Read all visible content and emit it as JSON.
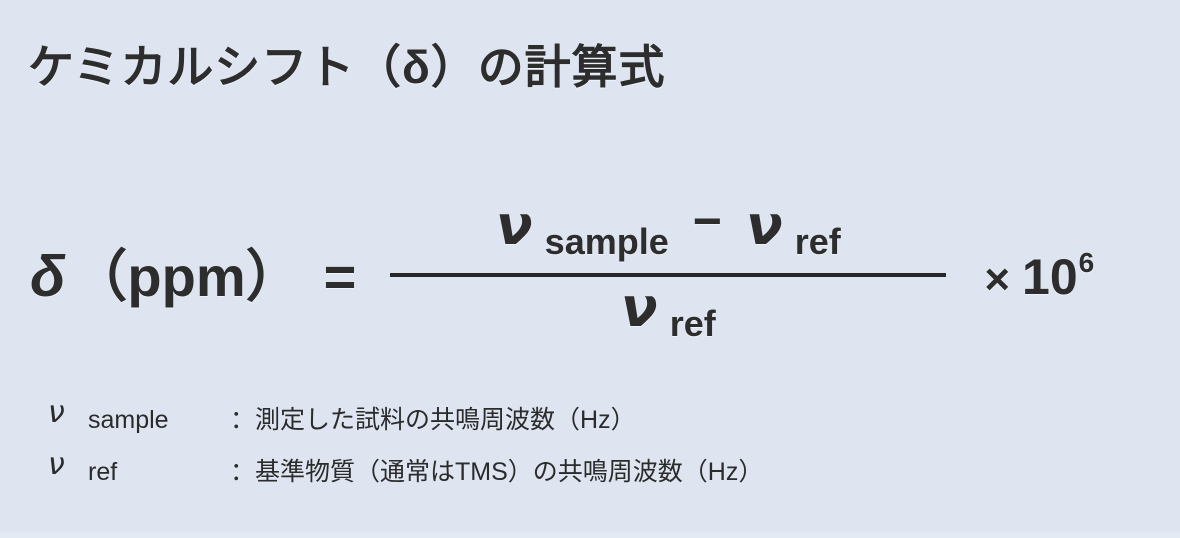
{
  "theme": {
    "background": "#dee5f1",
    "text": "#2d2d2d",
    "rule": "#272727"
  },
  "title": "ケミカルシフト（δ）の計算式",
  "formula": {
    "lhs": {
      "symbol": "δ",
      "unit": "（ppm）",
      "equals": "="
    },
    "fraction": {
      "numerator": {
        "term1": {
          "symbol": "ν",
          "subscript": "sample"
        },
        "operator": "−",
        "term2": {
          "symbol": "ν",
          "subscript": "ref"
        }
      },
      "denominator": {
        "term": {
          "symbol": "ν",
          "subscript": "ref"
        }
      }
    },
    "multiplier": {
      "times": "×",
      "base": "10",
      "exponent": "6"
    }
  },
  "legend": {
    "rows": [
      {
        "symbol": "ν",
        "subscript": "sample",
        "colon": "：",
        "description": "測定した試料の共鳴周波数（Hz）"
      },
      {
        "symbol": "ν",
        "subscript": "ref",
        "colon": "：",
        "description": "基準物質（通常はTMS）の共鳴周波数（Hz）"
      }
    ]
  }
}
